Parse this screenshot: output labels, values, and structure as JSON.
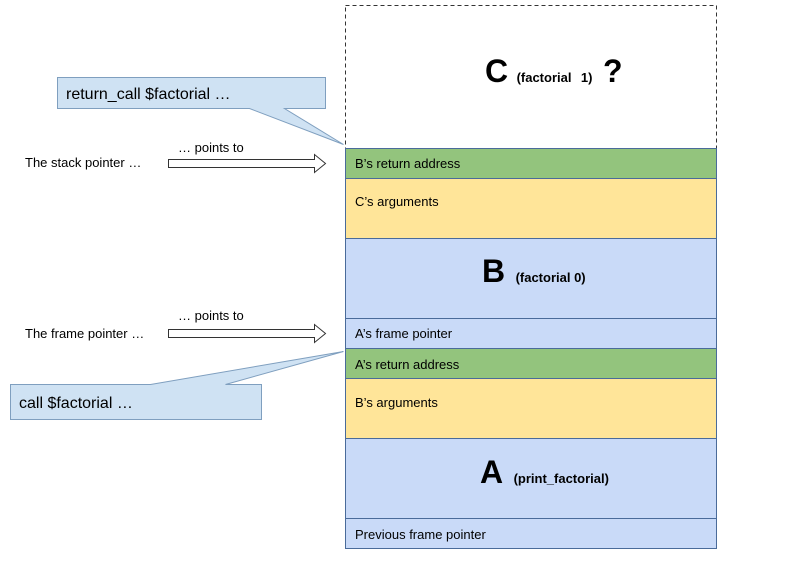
{
  "colors": {
    "green": "#93c47d",
    "yellow": "#ffe599",
    "blue": "#c9daf8",
    "border": "#4a6b9a",
    "callout_fill": "#cfe2f3",
    "callout_border": "#7f9fbf"
  },
  "frames": {
    "c": {
      "letter": "C",
      "paren": "(factorial",
      "paren_arg": "1)",
      "question": "?"
    },
    "b": {
      "letter": "B",
      "paren": "(factorial 0)"
    },
    "a": {
      "letter": "A",
      "paren": "(print_factorial)"
    }
  },
  "stack_rows": [
    {
      "label": "B’s return address",
      "color": "green"
    },
    {
      "label": "C’s arguments",
      "color": "yellow"
    },
    {
      "label": "A’s frame pointer",
      "color": "blue"
    },
    {
      "label": "A’s return address",
      "color": "green"
    },
    {
      "label": "B’s arguments",
      "color": "yellow"
    },
    {
      "label": "Previous frame pointer",
      "color": "blue"
    }
  ],
  "pointers": {
    "stack": {
      "label": "The stack pointer …",
      "arrow_label": "… points to"
    },
    "frame": {
      "label": "The frame pointer …",
      "arrow_label": "… points to"
    }
  },
  "callouts": {
    "return_call": "return_call $factorial …",
    "call": "call $factorial …"
  }
}
